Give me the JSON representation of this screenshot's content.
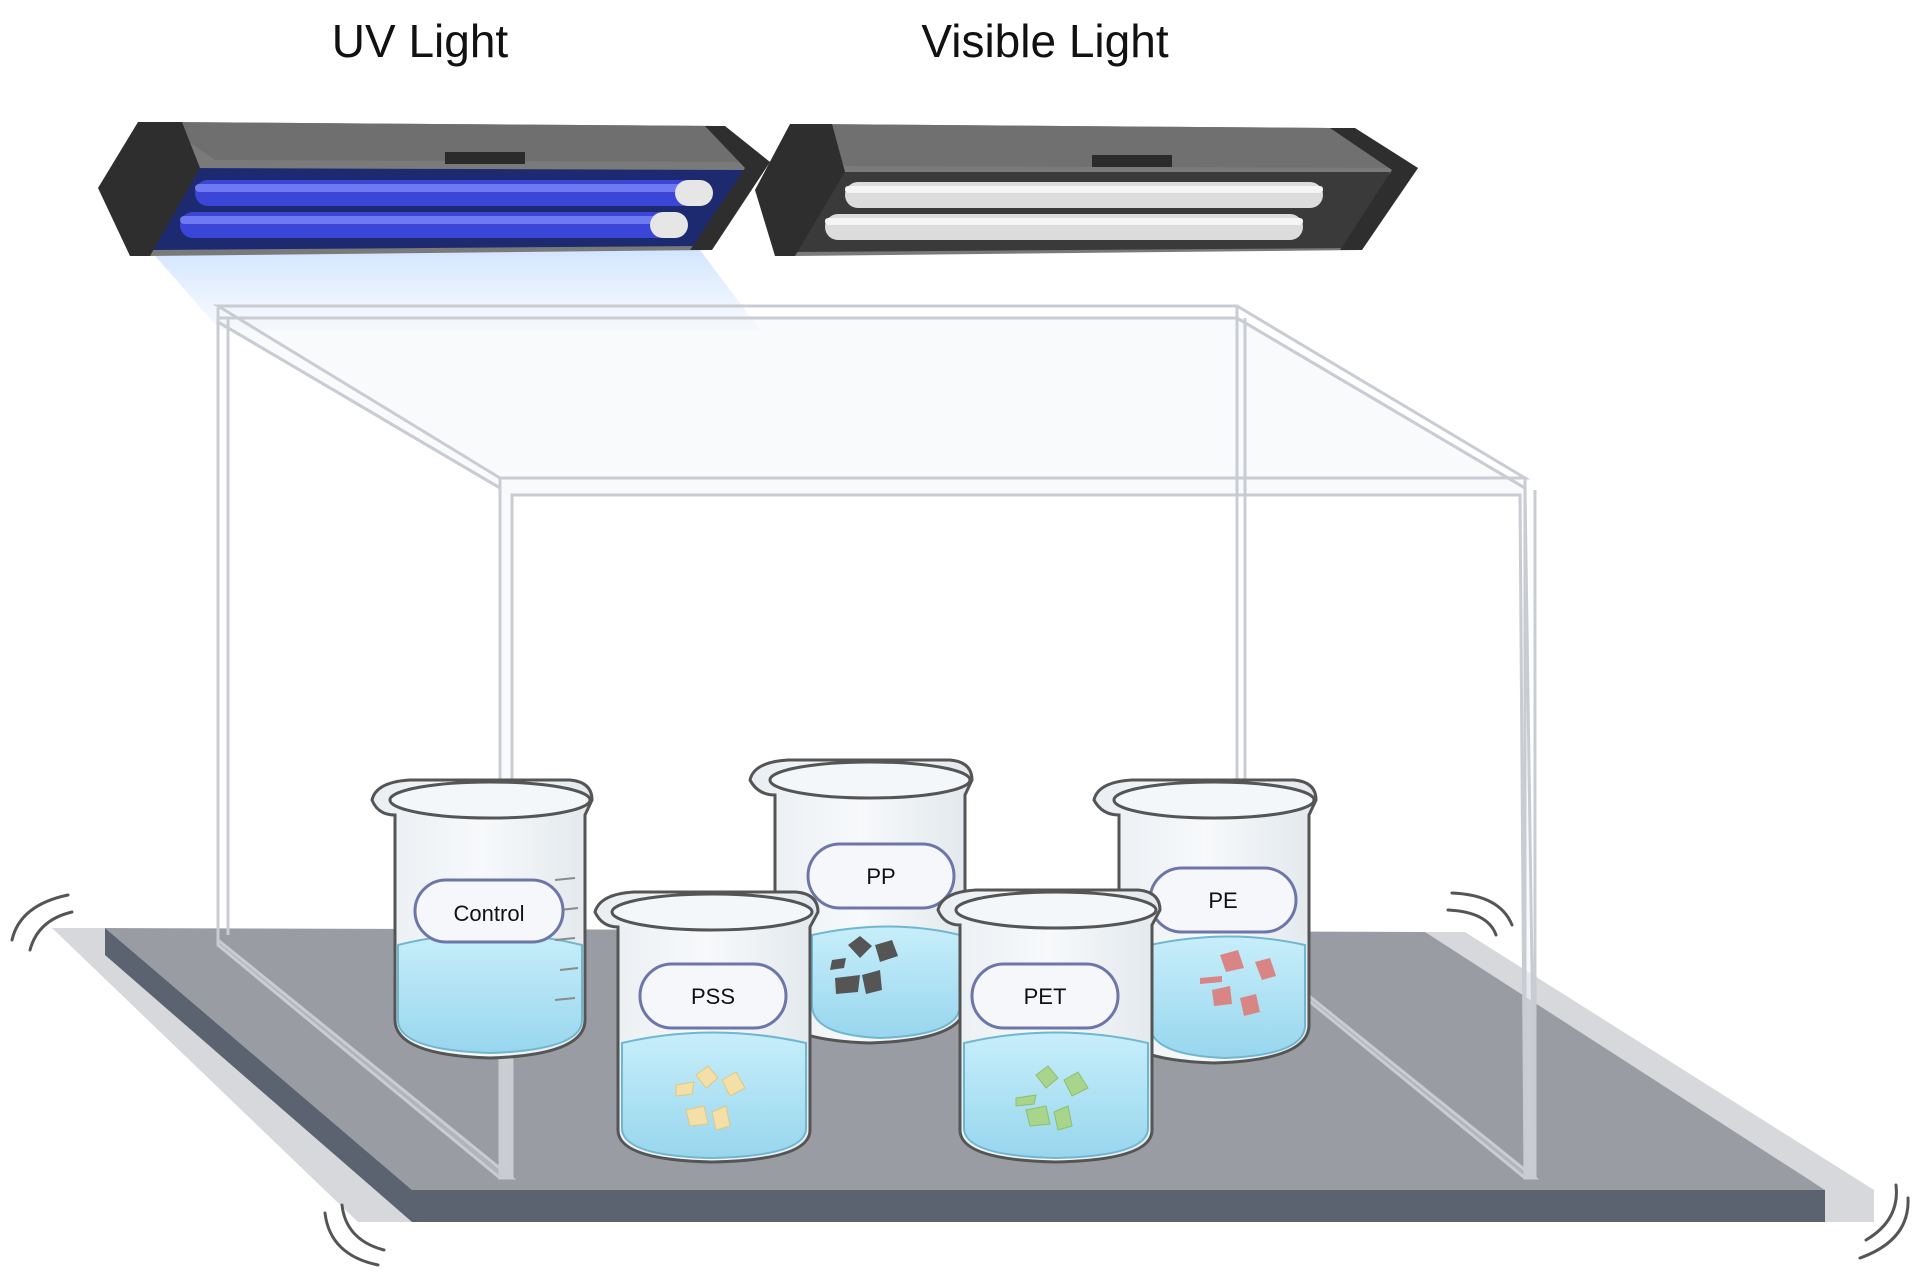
{
  "lamps": {
    "uv_label": "UV Light",
    "visible_label": "Visible Light"
  },
  "beakers": [
    {
      "label": "Control"
    },
    {
      "label": "PSS"
    },
    {
      "label": "PP"
    },
    {
      "label": "PET"
    },
    {
      "label": "PE"
    }
  ],
  "colors": {
    "uv_tube": "#3b46d8",
    "visible_tube": "#d9d9d9",
    "lamp_housing": "#3a3a3a",
    "water": "#aee3f3",
    "platform_top": "#999ca3",
    "platform_edge": "#5c6370",
    "pss_fragments": "#f3dfa8",
    "pp_fragments": "#555555",
    "pet_fragments": "#a9d48b",
    "pe_fragments": "#d98585"
  }
}
